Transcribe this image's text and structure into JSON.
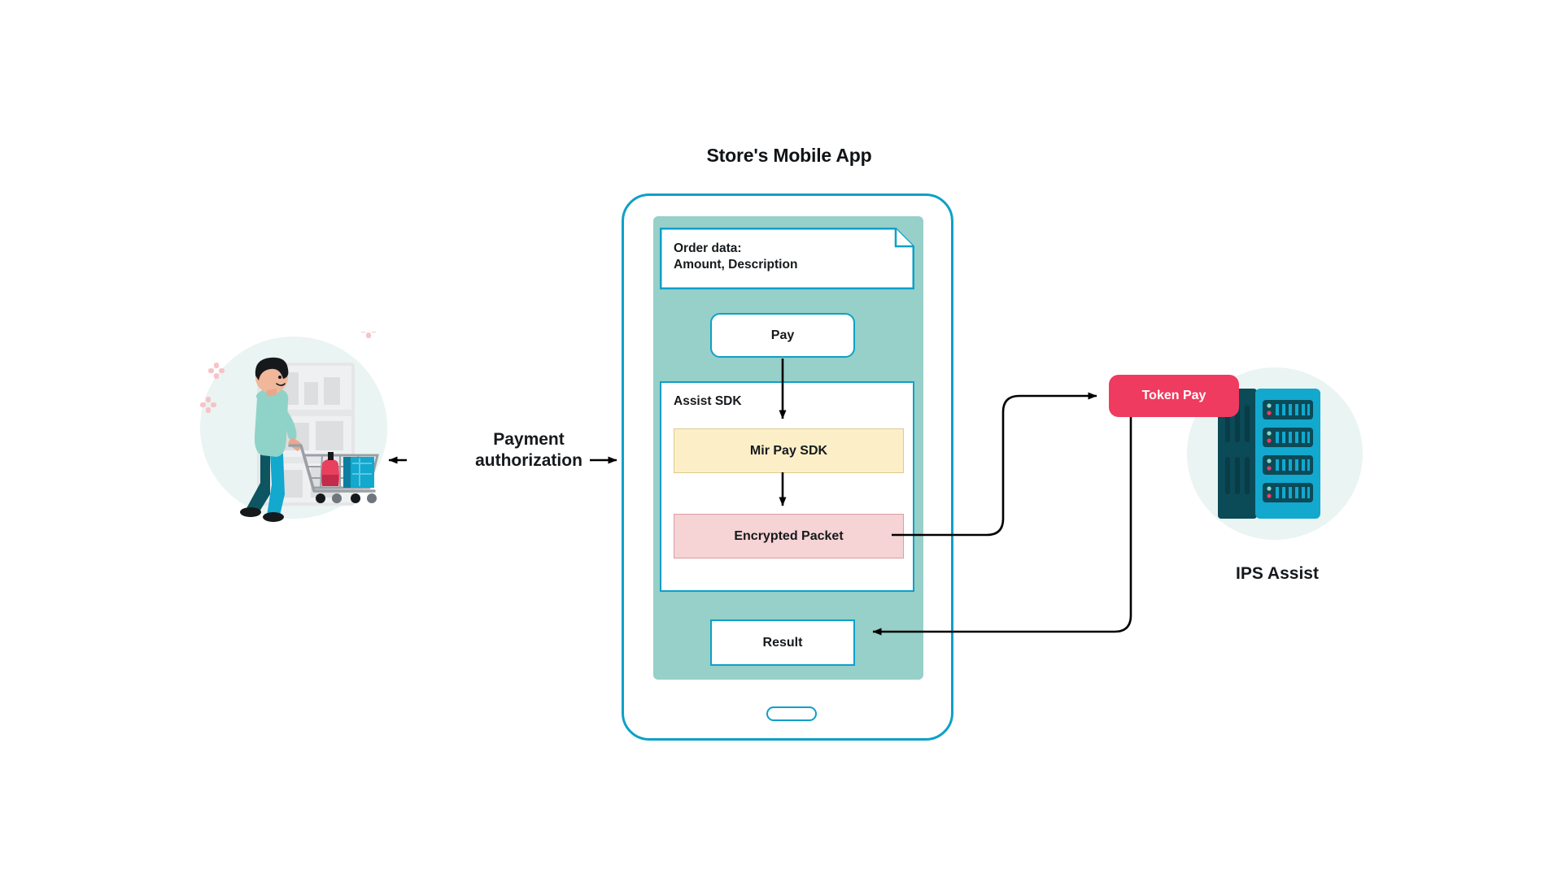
{
  "diagram": {
    "title": "Store's Mobile App",
    "phone": {
      "order_doc": {
        "text": "Order data:\nAmount, Description",
        "icon": "document-folded-corner-icon"
      },
      "pay_button": "Pay",
      "assist_sdk": {
        "label": "Assist SDK",
        "mir_pay_sdk": "Mir Pay SDK",
        "encrypted_packet": "Encrypted Packet"
      },
      "result_box": "Result",
      "home_indicator": "home-indicator"
    },
    "left": {
      "label": "Payment\nauthorization",
      "illustration": "shopper-with-cart-illustration"
    },
    "right": {
      "token_pay": "Token Pay",
      "ips_assist": "IPS Assist",
      "illustration": "server-rack-icon"
    },
    "colors": {
      "phone_border": "#0EA0C8",
      "screen_teal": "#97CFC9",
      "mir_pay_fill": "#FCEFC8",
      "mir_pay_stroke": "#DFC98C",
      "encrypted_fill": "#F6D3D5",
      "encrypted_stroke": "#D99FA4",
      "token_pay_fill": "#EE3B5F",
      "text": "#16191C",
      "arrow": "#000000",
      "blob_mint": "#EAF4F2",
      "sparkle_pink": "#F7C3C8",
      "server_dark": "#0B4A57",
      "server_light": "#13A8CE"
    },
    "connectors": [
      {
        "name": "pay-to-mir-pay-sdk",
        "from": "pay_button",
        "to": "mir_pay_sdk",
        "direction": "down"
      },
      {
        "name": "mir-pay-to-encrypted-packet",
        "from": "mir_pay_sdk",
        "to": "encrypted_packet",
        "direction": "down"
      },
      {
        "name": "encrypted-packet-to-token-pay",
        "from": "encrypted_packet",
        "to": "token_pay",
        "direction": "right-up"
      },
      {
        "name": "token-pay-to-result",
        "from": "token_pay",
        "to": "result_box",
        "direction": "down-left"
      },
      {
        "name": "shopper-to-phone",
        "from": "shopper",
        "to": "phone",
        "direction": "bidirectional"
      }
    ]
  }
}
